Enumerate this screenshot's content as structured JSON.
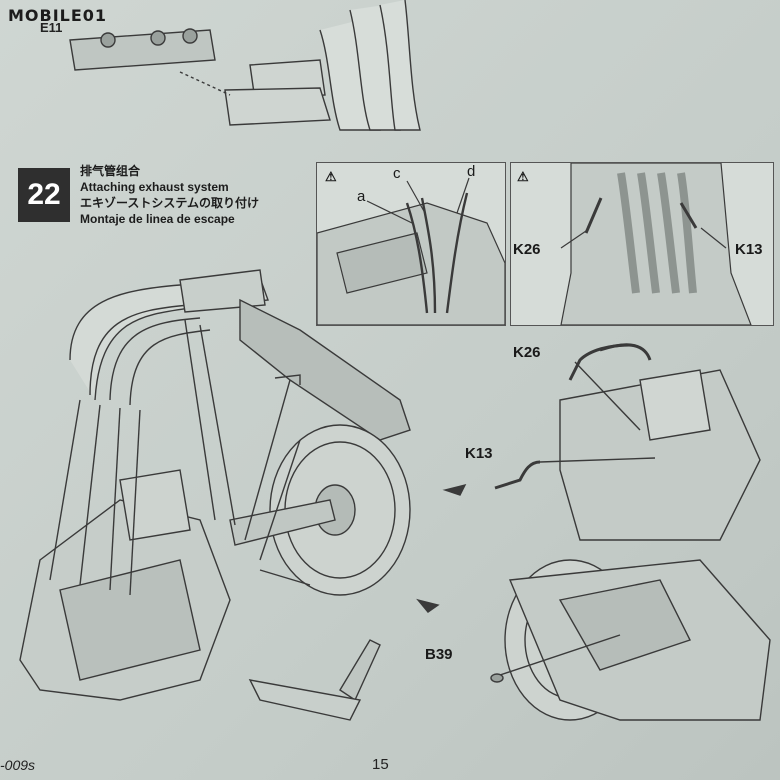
{
  "watermark": "MOBILE01",
  "prev_step_part": "E11",
  "step": {
    "number": "22",
    "title_zh": "排气管组合",
    "title_en": "Attaching exhaust system",
    "title_ja": "エキゾーストシステムの取り付け",
    "title_es": "Montaje de linea de escape"
  },
  "inset1": {
    "labels": [
      "a",
      "c",
      "d"
    ],
    "warning": "⚠"
  },
  "inset2": {
    "left": "K26",
    "right": "K13",
    "warning": "⚠"
  },
  "parts": {
    "k26": "K26",
    "k13": "K13",
    "b39": "B39"
  },
  "footer": {
    "page_number": "15",
    "code": "-009s"
  }
}
